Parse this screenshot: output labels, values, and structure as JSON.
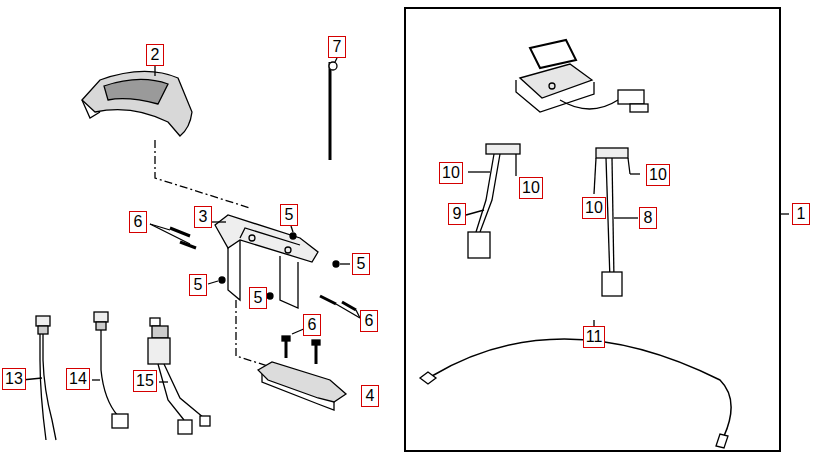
{
  "diagram": {
    "labels": [
      "2",
      "7",
      "10",
      "10",
      "10",
      "10",
      "1",
      "6",
      "3",
      "5",
      "5",
      "9",
      "8",
      "5",
      "5",
      "6",
      "6",
      "4",
      "11",
      "13",
      "14",
      "15"
    ]
  }
}
